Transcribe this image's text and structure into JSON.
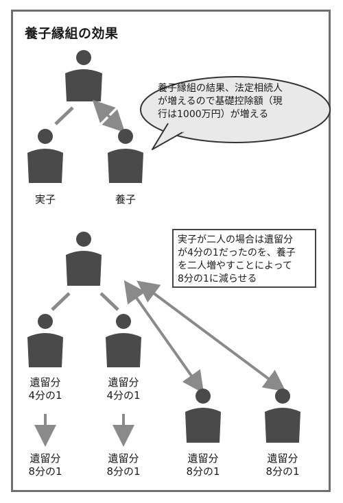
{
  "title": "養子縁組の効果",
  "top": {
    "child_label": "実子",
    "adopted_label": "養子",
    "bubble_lines": [
      "養子縁組の結果、法定相続人",
      "が増えるので基礎控除額（現",
      "行は1000万円）が増える"
    ]
  },
  "bottom": {
    "note_lines": [
      "実子が二人の場合は遺留分",
      "が4分の1だったのを、養子",
      "を二人増やすことによって",
      "8分の1に減らせる"
    ],
    "share_before": [
      "遺留分",
      "4分の1"
    ],
    "share_after": [
      "遺留分",
      "8分の1"
    ]
  },
  "colors": {
    "person": "#4a4a4a",
    "arrow": "#8a8a8a",
    "bubble": "#e9e9e9",
    "frame": "#6f6f6f"
  },
  "icons": [
    "person-icon",
    "double-arrow-icon",
    "down-arrow-icon",
    "speech-bubble"
  ]
}
